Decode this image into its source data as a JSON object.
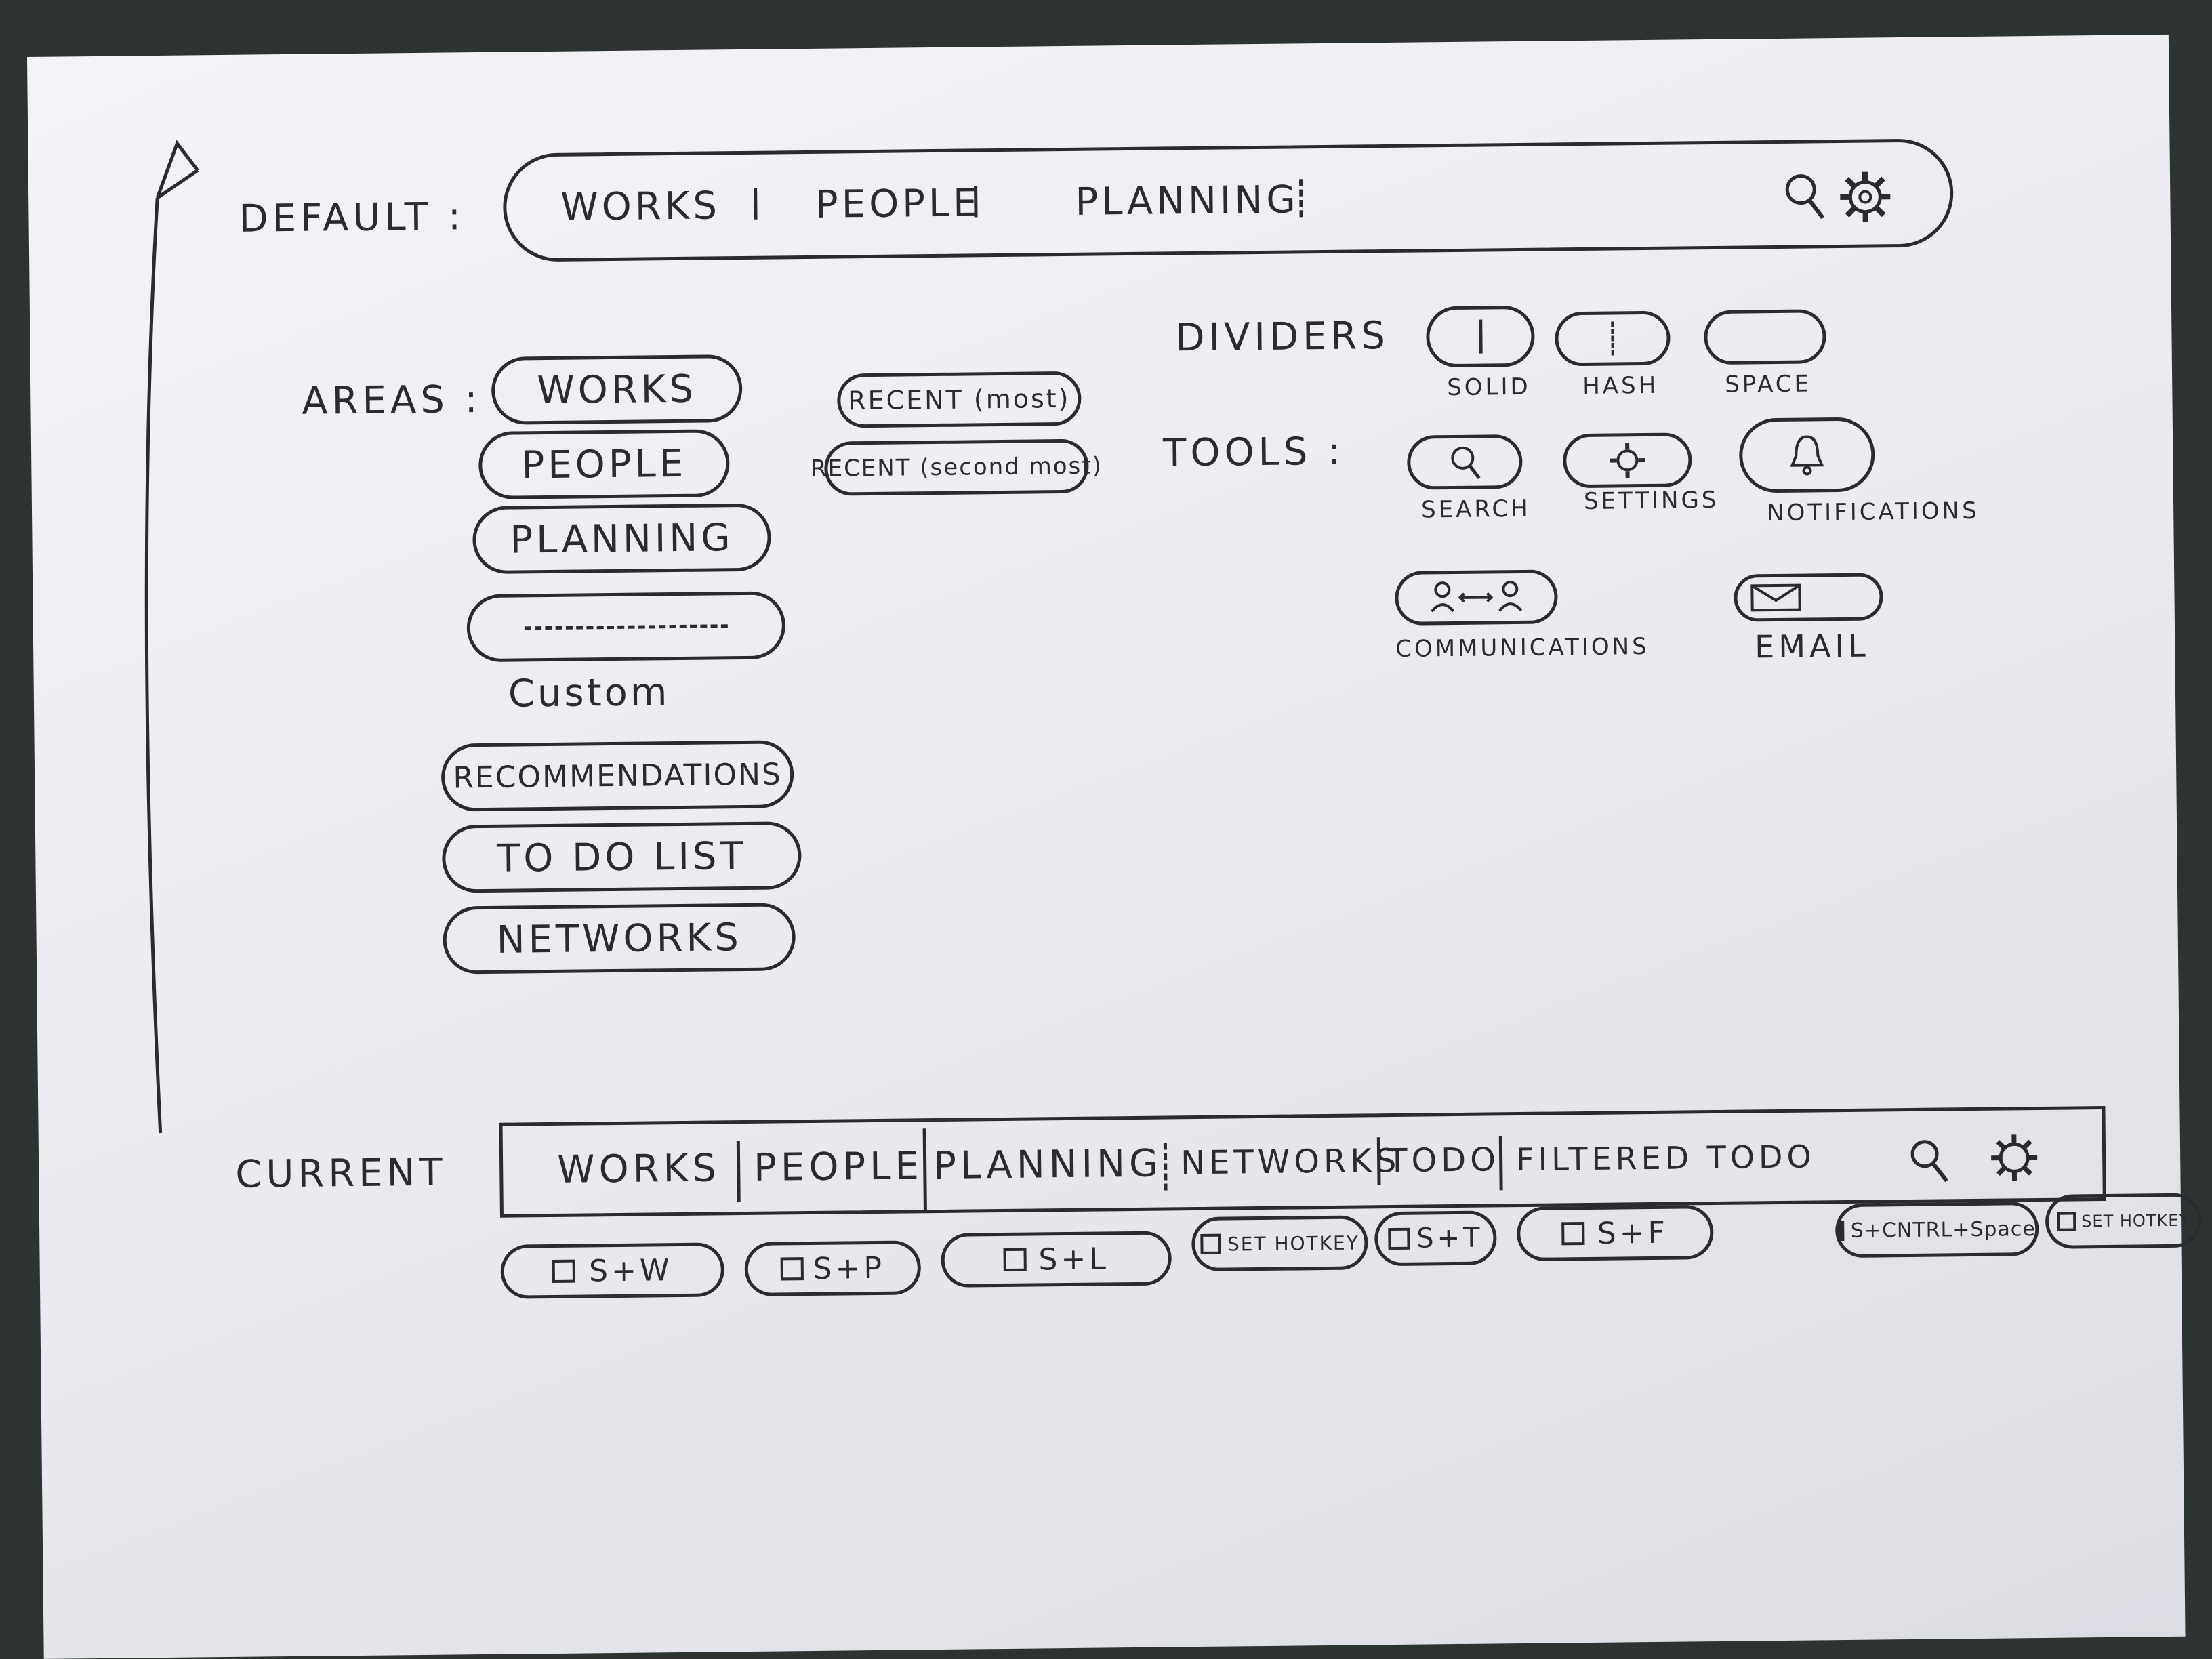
{
  "default": {
    "label": "DEFAULT :",
    "tabs": [
      "WORKS",
      "PEOPLE",
      "PLANNING"
    ]
  },
  "areas": {
    "label": "AREAS :",
    "items": [
      "WORKS",
      "PEOPLE",
      "PLANNING",
      "RECOMMENDATIONS",
      "TO DO LIST",
      "NETWORKS"
    ],
    "custom_label": "Custom",
    "recent": [
      "RECENT (most)",
      "RECENT (second most)"
    ]
  },
  "dividers": {
    "label": "DIVIDERS",
    "types": [
      "SOLID",
      "HASH",
      "SPACE"
    ]
  },
  "tools": {
    "label": "TOOLS :",
    "search": "SEARCH",
    "settings": "SETTINGS",
    "notifications": "NOTIFICATIONS",
    "communications": "COMMUNICATIONS",
    "email": "EMAIL"
  },
  "current": {
    "label": "CURRENT",
    "tabs": [
      "WORKS",
      "PEOPLE",
      "PLANNING",
      "NETWORKS",
      "TODO",
      "FILTERED TODO"
    ],
    "hotkeys": [
      "S+W",
      "S+P",
      "S+L",
      "SET HOTKEY",
      "S+T",
      "S+F",
      "S+CNTRL+Space",
      "SET HOTKEY"
    ]
  },
  "icons": [
    "search-icon",
    "gear-icon",
    "bell-icon",
    "people-icon",
    "envelope-icon",
    "arrow-up-icon",
    "window-key-icon"
  ]
}
